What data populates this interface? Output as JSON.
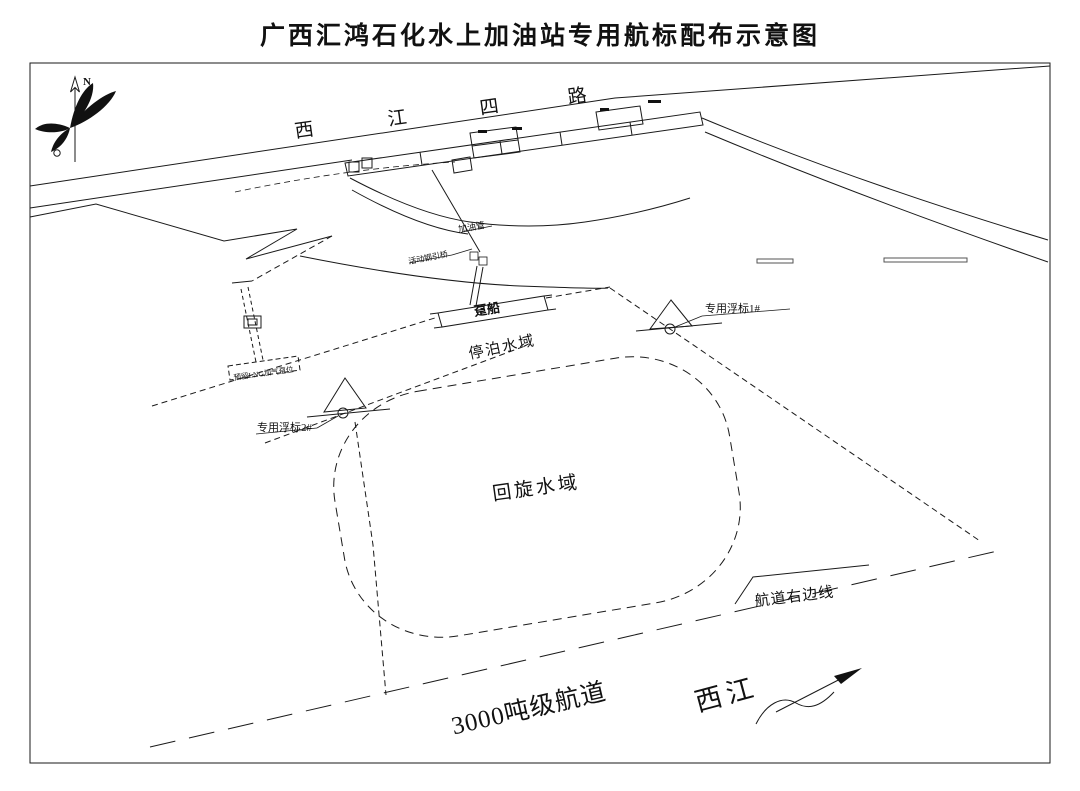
{
  "title": "广西汇鸿石化水上加油站专用航标配布示意图",
  "compass": {
    "north": "N"
  },
  "road": {
    "chars": [
      "西",
      "江",
      "四",
      "路"
    ]
  },
  "site": {
    "fuel_pipe_label": "加油管",
    "bridge_label": "活动钢引桥",
    "lng_reserved_label": "预留LNG加气趸位"
  },
  "water": {
    "pontoon": "趸船",
    "mooring_area": "停泊水域",
    "buoy1": "专用浮标1#",
    "buoy2": "专用浮标2#",
    "turning_basin": "回旋水域",
    "channel_right_edge": "航道右边线",
    "channel": "3000吨级航道",
    "river": "西江"
  },
  "colors": {
    "ink": "#1a1a1a",
    "highlight": "#9fd6d6",
    "background": "#ffffff"
  }
}
